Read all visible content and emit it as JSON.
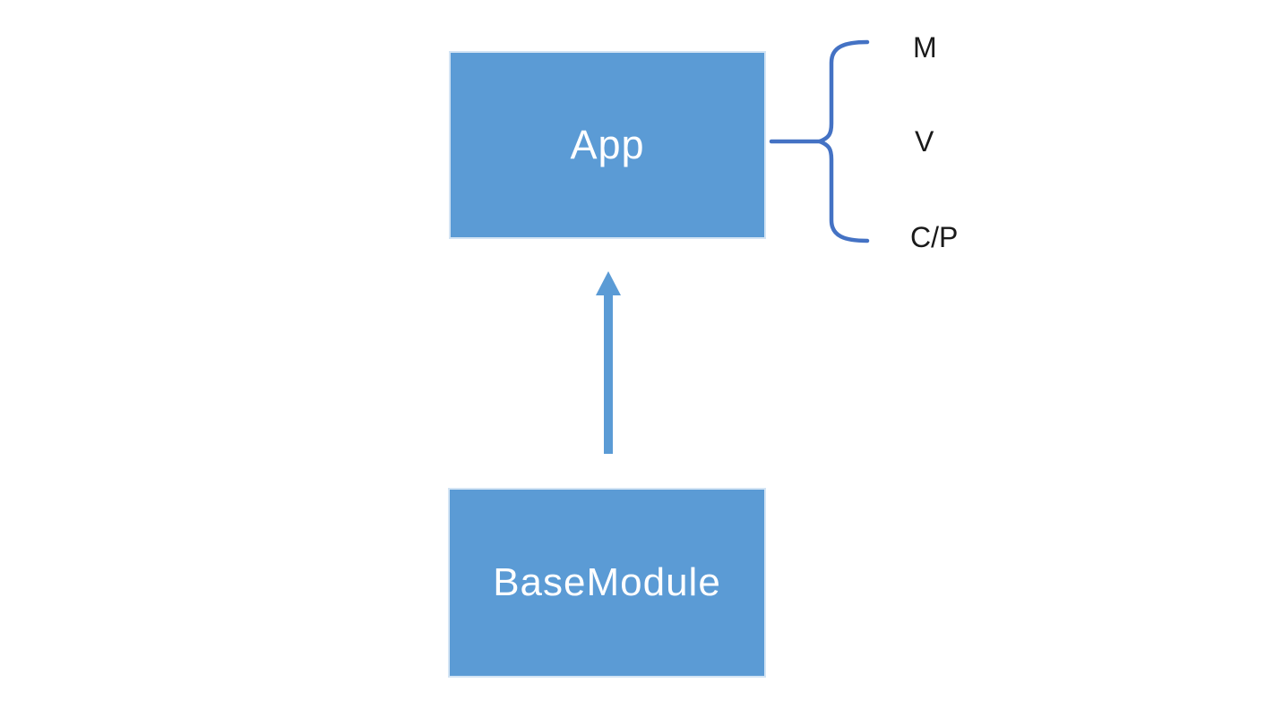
{
  "diagram": {
    "title": "App module architecture diagram",
    "colors": {
      "canvas_bg": "#ffffff",
      "box_fill": "#5b9bd5",
      "box_border": "#d3e4f4",
      "box_text": "#ffffff",
      "connector": "#4472c4",
      "arrow": "#5b9bd5",
      "label_text": "#1a1a1a"
    },
    "nodes": {
      "app": {
        "label": "App"
      },
      "base_module": {
        "label": "BaseModule"
      }
    },
    "relations": {
      "arrow": {
        "from": "base_module",
        "to": "app",
        "icon": "arrow-up-icon"
      },
      "brace": {
        "attached_to": "app",
        "icon": "curly-brace-icon"
      }
    },
    "brace_labels": {
      "m": "M",
      "v": "V",
      "cp": "C/P"
    }
  }
}
